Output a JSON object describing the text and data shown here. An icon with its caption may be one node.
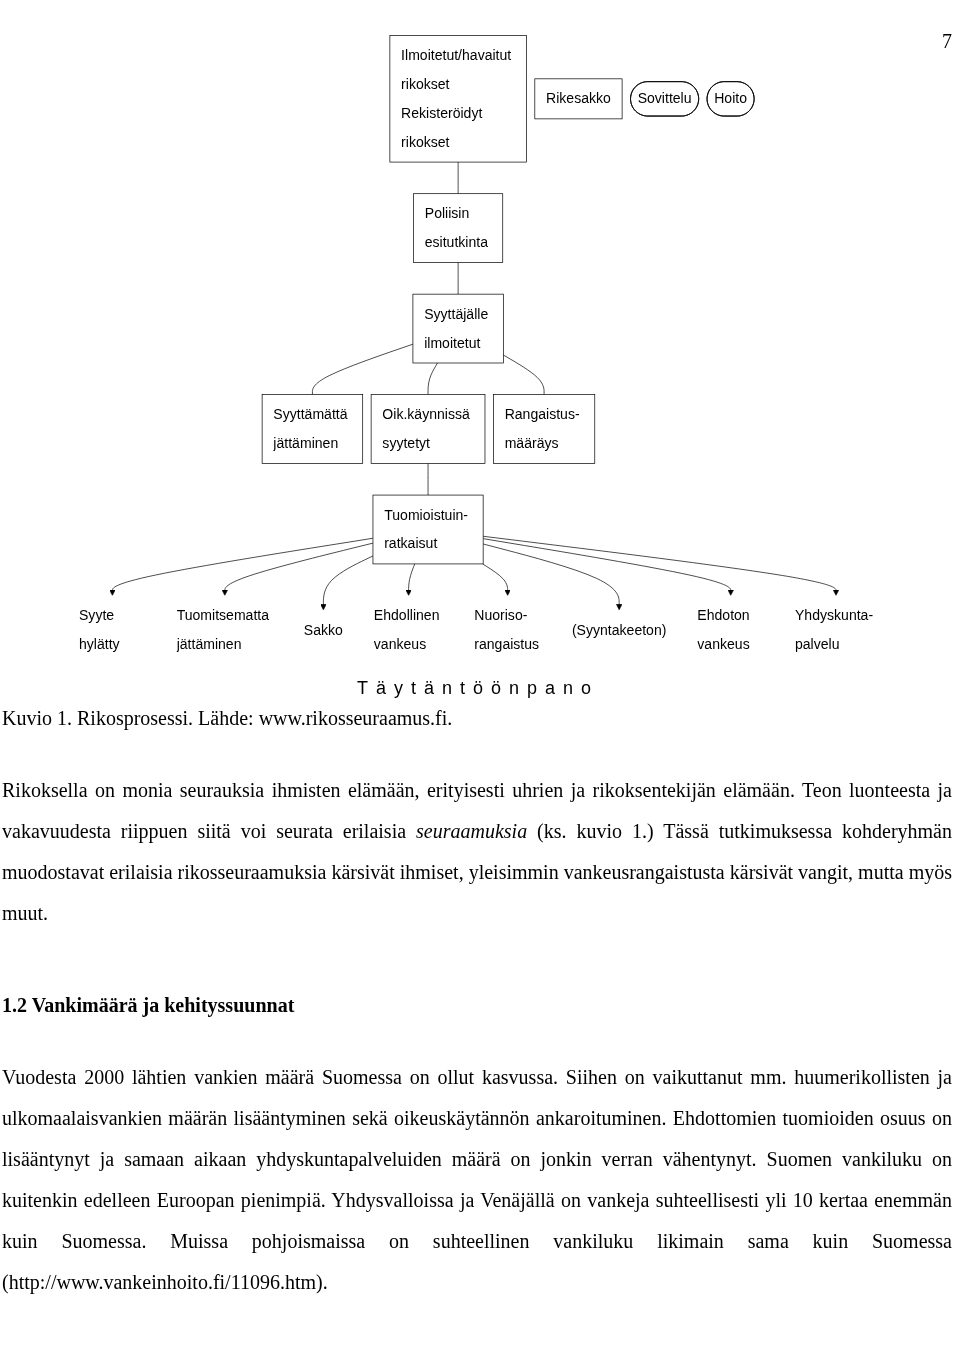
{
  "diagram": {
    "caption": "Kuvio 1. Rikosprosessi. Lähde: www.rikosseuraamus.fi.",
    "nodes": [
      {
        "text": [
          "Ilmoitetut/havaitut rikokset",
          "Rekisteröidyt rikokset"
        ]
      },
      {
        "text": [
          "Rikesakko"
        ]
      },
      {
        "text": [
          "Poliisin esitutkinta"
        ]
      },
      {
        "text": [
          "Sovittelu"
        ]
      },
      {
        "text": [
          "Syyttäjälle ilmoitetut"
        ]
      },
      {
        "text": [
          "Syyttämättä jättäminen"
        ]
      },
      {
        "text": [
          "Oik.käynnissä syytetyt"
        ]
      },
      {
        "text": [
          "Rangaistus- määräys"
        ]
      },
      {
        "text": [
          "Tuomioistuin- ratkaisut"
        ]
      },
      {
        "text": [
          "Syyte hylätty"
        ]
      },
      {
        "text": [
          "Tuomitsematta jättäminen"
        ]
      },
      {
        "text": [
          "Sakko"
        ]
      },
      {
        "text": [
          "Ehdollinen vankeus"
        ]
      },
      {
        "text": [
          "Nuoriso- rangaistus"
        ]
      },
      {
        "text": [
          "(Syyntakeeton)"
        ]
      },
      {
        "text": [
          "Ehdoton vankeus"
        ]
      },
      {
        "text": [
          "Yhdyskunta- palvelu"
        ]
      },
      {
        "text": [
          "Hoito"
        ]
      }
    ],
    "edges": [
      {
        "from": 0,
        "to": 2,
        "arrow": "none"
      },
      {
        "from": 2,
        "to": 4,
        "arrow": "none"
      },
      {
        "from": 4,
        "to": 5,
        "arrow": "none"
      },
      {
        "from": 4,
        "to": 6,
        "arrow": "none"
      },
      {
        "from": 4,
        "to": 7,
        "arrow": "none"
      },
      {
        "from": 6,
        "to": 8,
        "arrow": "none"
      },
      {
        "from": 8,
        "to": 9,
        "arrow": "to"
      },
      {
        "from": 8,
        "to": 10,
        "arrow": "to"
      },
      {
        "from": 8,
        "to": 11,
        "arrow": "to"
      },
      {
        "from": 8,
        "to": 12,
        "arrow": "to"
      },
      {
        "from": 8,
        "to": 13,
        "arrow": "to"
      },
      {
        "from": 8,
        "to": 14,
        "arrow": "to"
      },
      {
        "from": 8,
        "to": 15,
        "arrow": "to"
      },
      {
        "from": 8,
        "to": 16,
        "arrow": "to"
      }
    ],
    "labels": [
      "7",
      "Täytäntöönpano",
      "Rikoksella on monia seurauksia ihmisten elämään, erityisesti uhrien ja rikoksentekijän elämään. Teon luonteesta ja vakavuudesta riippuen siitä voi seurata erilaisia *seuraamuksia* (ks. kuvio 1.) Tässä tutkimuksessa kohderyhmän muodostavat erilaisia rikosseuraamuksia kärsivät ihmiset, yleisimmin vankeusrangaistusta kärsivät vangit, mutta myös muut.",
      "1.2 Vankimäärä ja kehityssuunnat",
      "Vuodesta 2000 lähtien vankien määrä Suomessa on ollut kasvussa. Siihen on vaikuttanut mm. huumerikollisten ja ulkomaalaisvankien määrän lisääntyminen sekä oikeuskäytännön ankaroituminen. Ehdottomien tuomioiden osuus on lisääntynyt ja samaan aikaan yhdyskuntapalveluiden määrä on jonkin verran vähentynyt. Suomen vankiluku on kuitenkin edelleen Euroopan pienimpiä. Yhdysvalloissa ja Venäjällä on vankeja suhteellisesti yli 10 kertaa enemmän kuin Suomessa. Muissa pohjoismaissa on suhteellinen vankiluku likimain sama kuin Suomessa (http://www.vankeinhoito.fi/11096.htm)."
    ]
  }
}
